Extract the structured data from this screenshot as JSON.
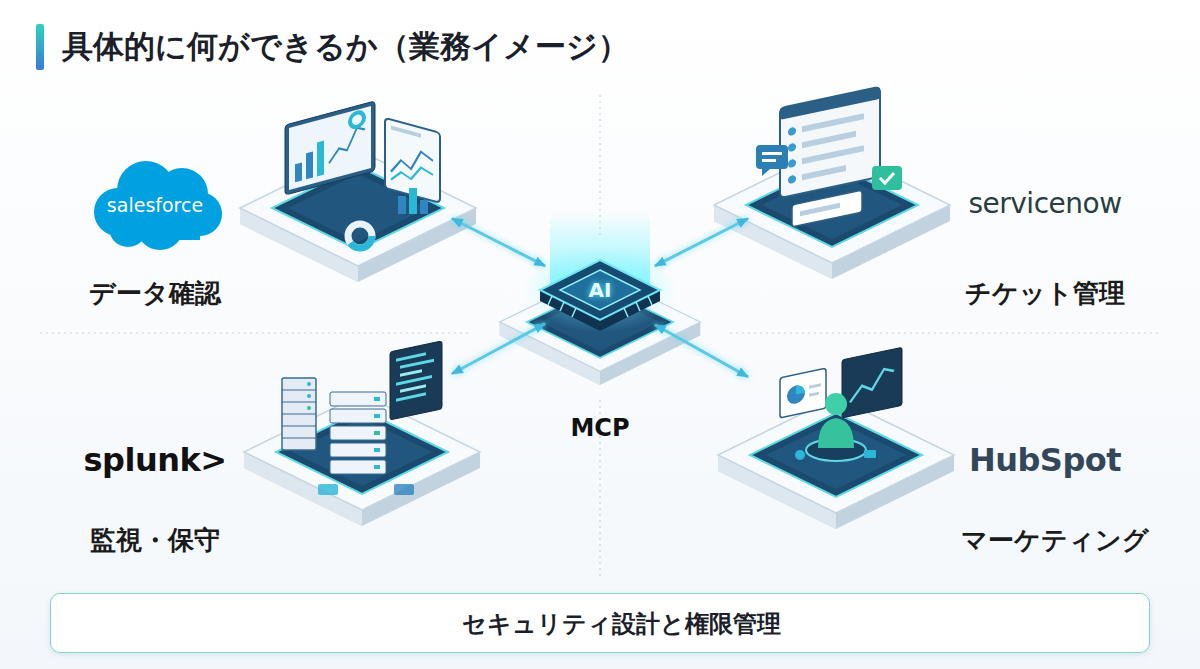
{
  "diagram": {
    "title": "具体的に何ができるか（業務イメージ）",
    "nodes": [
      {
        "text": [
          "salesforce",
          "データ確認"
        ]
      },
      {
        "text": [
          "servicenow",
          "チケット管理"
        ]
      },
      {
        "text": [
          "AI",
          "MCP"
        ]
      },
      {
        "text": [
          "splunk>",
          "監視・保守"
        ]
      },
      {
        "text": [
          "HubSpot",
          "マーケティング"
        ]
      },
      {
        "text": [
          "セキュリティ設計と権限管理"
        ]
      }
    ],
    "edges": [
      {
        "from": 0,
        "to": 2,
        "arrow": "both"
      },
      {
        "from": 1,
        "to": 2,
        "arrow": "both"
      },
      {
        "from": 3,
        "to": 2,
        "arrow": "both"
      },
      {
        "from": 4,
        "to": 2,
        "arrow": "both"
      }
    ]
  }
}
